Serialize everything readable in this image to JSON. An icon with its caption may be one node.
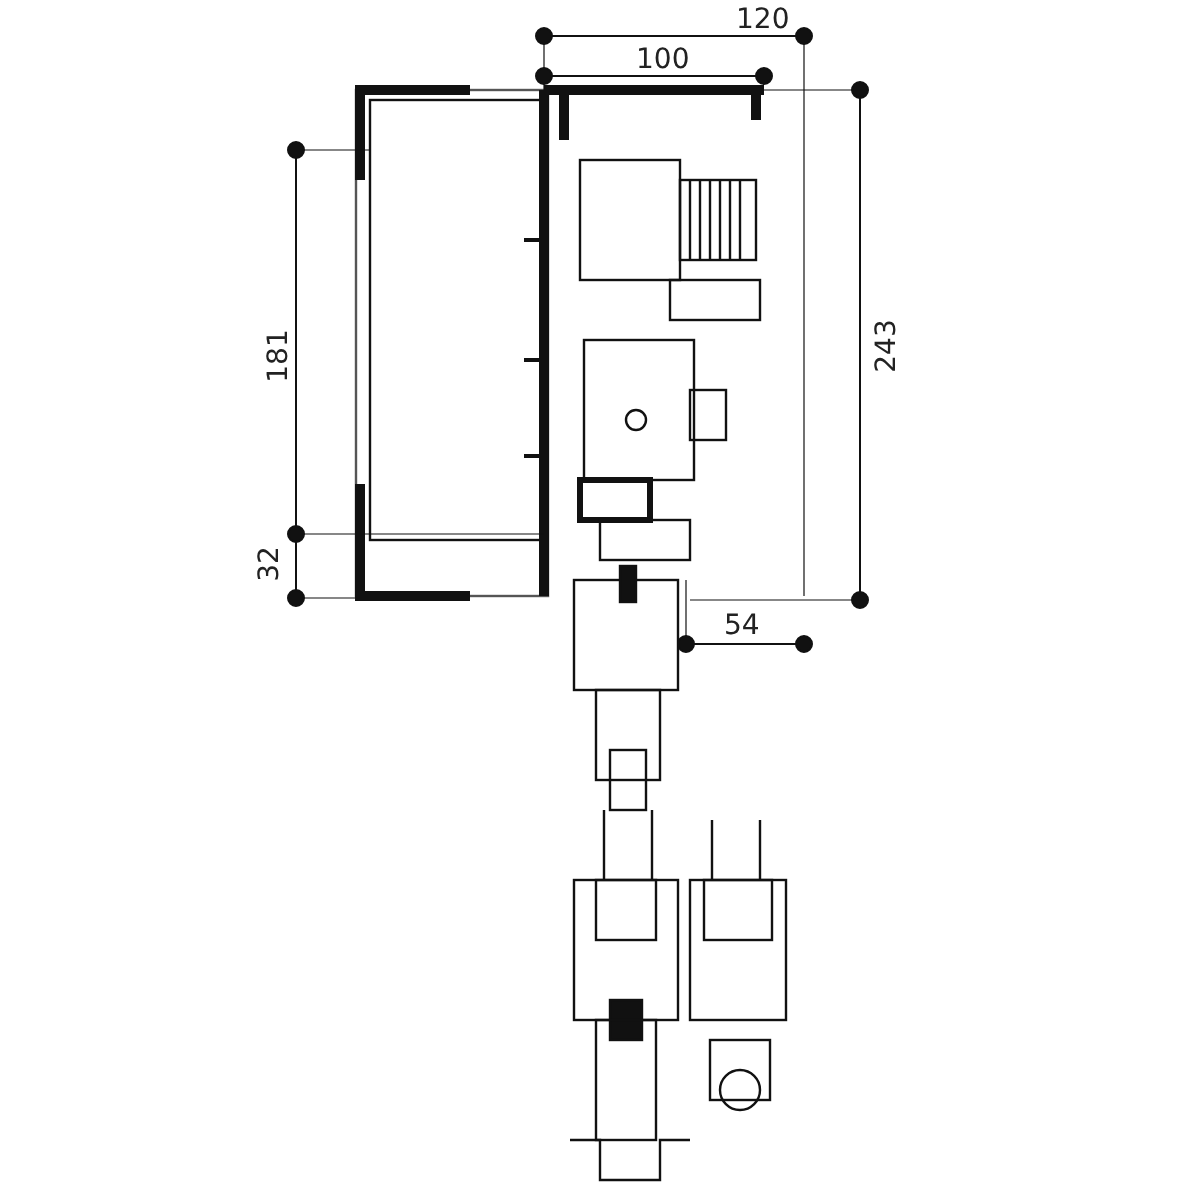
{
  "diagram": {
    "labels": [
      "120",
      "100",
      "181",
      "32",
      "243",
      "54"
    ]
  }
}
